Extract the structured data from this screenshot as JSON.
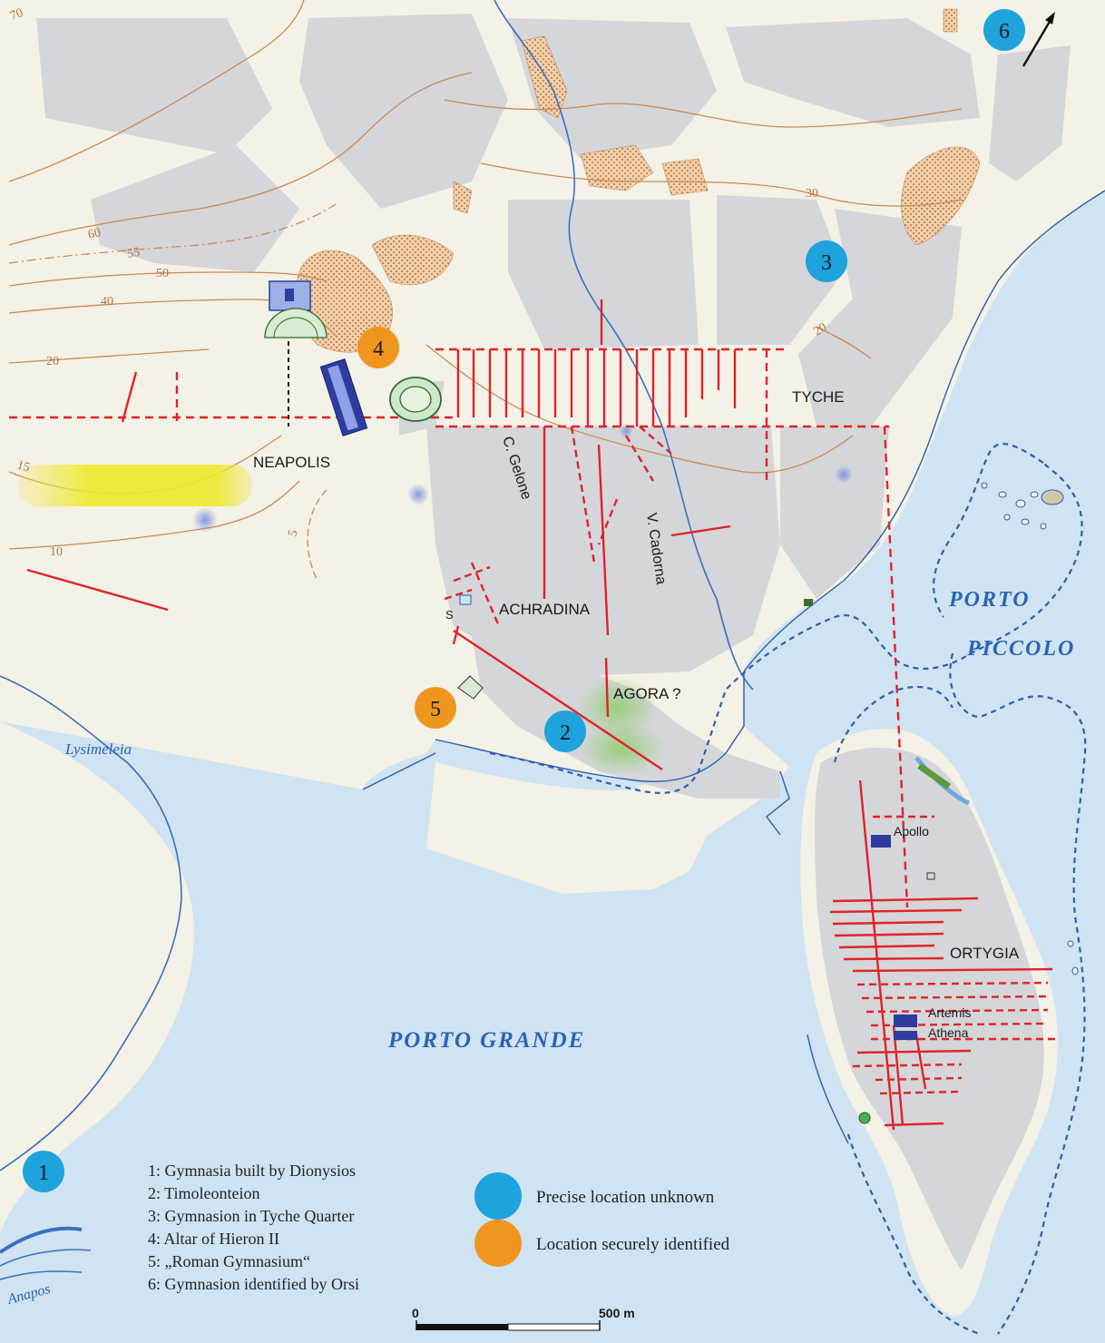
{
  "markers": [
    {
      "id": "1",
      "type": "unknown"
    },
    {
      "id": "2",
      "type": "unknown"
    },
    {
      "id": "3",
      "type": "unknown"
    },
    {
      "id": "4",
      "type": "secure"
    },
    {
      "id": "5",
      "type": "secure"
    },
    {
      "id": "6",
      "type": "unknown"
    }
  ],
  "places": {
    "neapolis": "NEAPOLIS",
    "tyche": "TYCHE",
    "achradina": "ACHRADINA",
    "agora": "AGORA ?",
    "ortygia": "ORTYGIA",
    "s": "S",
    "apollo": "Apollo",
    "artemis": "Artemis",
    "athena": "Athena"
  },
  "streets": {
    "gelone": "C. Gelone",
    "cadorna": "V. Cadorna"
  },
  "water": {
    "porto_piccolo_1": "PORTO",
    "porto_piccolo_2": "PICCOLO",
    "porto_grande": "PORTO GRANDE",
    "lysimeleia": "Lysimeleia",
    "anapos": "Anapos"
  },
  "contours": [
    "70",
    "60",
    "55",
    "50",
    "40",
    "30",
    "20",
    "20",
    "15",
    "10",
    "5"
  ],
  "legend_list": [
    "1: Gymnasia built by Dionysios",
    "2: Timoleonteion",
    "3: Gymnasion in Tyche Quarter",
    "4: Altar of Hieron II",
    "5: „Roman Gymnasium“",
    "6: Gymnasion identified by Orsi"
  ],
  "legend_key": {
    "unknown": "Precise location unknown",
    "secure": "Location securely identified"
  },
  "scale": {
    "start": "0",
    "end": "500 m"
  },
  "colors": {
    "unknown": "#1ea3dc",
    "secure": "#f0961e",
    "sea": "#cfe3f2",
    "land": "#f4f1e6",
    "built": "#d4d6d9",
    "grid": "#e0232a",
    "contour": "#c98a55",
    "coast": "#2b5fb0"
  }
}
